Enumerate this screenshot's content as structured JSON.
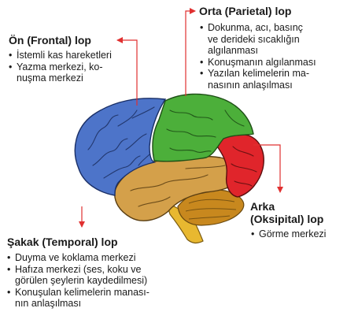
{
  "colors": {
    "frontal": "#4d74c9",
    "parietal": "#4caf3a",
    "occipital": "#e0252b",
    "temporal": "#d4a04a",
    "cerebellum": "#c8881e",
    "brainstem": "#e8b830",
    "arrow": "#e03030"
  },
  "frontal": {
    "title": "Ön (Frontal) lop",
    "items": [
      {
        "bullet": "•",
        "lines": [
          "İstemli kas hareketleri"
        ]
      },
      {
        "bullet": "•",
        "lines": [
          "Yazma merkezi, ko-",
          "nuşma merkezi"
        ]
      }
    ]
  },
  "parietal": {
    "title": "Orta (Parietal) lop",
    "items": [
      {
        "bullet": "•",
        "lines": [
          "Dokunma, acı, basınç",
          "ve derideki sıcaklığın",
          "algılanması"
        ]
      },
      {
        "bullet": "•",
        "lines": [
          "Konuşmanın algılanması"
        ]
      },
      {
        "bullet": "•",
        "lines": [
          "Yazılan kelimelerin ma-",
          "nasının anlaşılması"
        ]
      }
    ]
  },
  "occipital": {
    "title_line1": "Arka",
    "title_line2": "(Oksipital) lop",
    "items": [
      {
        "bullet": "•",
        "lines": [
          "Görme merkezi"
        ]
      }
    ]
  },
  "temporal": {
    "title": "Şakak (Temporal) lop",
    "items": [
      {
        "bullet": "•",
        "lines": [
          "Duyma ve koklama merkezi"
        ]
      },
      {
        "bullet": "•",
        "lines": [
          "Hafıza merkezi (ses, koku ve",
          "görülen şeylerin kaydedilmesi)"
        ]
      },
      {
        "bullet": "•",
        "lines": [
          "Konuşulan kelimelerin manası-",
          "nın anlaşılması"
        ]
      }
    ]
  }
}
